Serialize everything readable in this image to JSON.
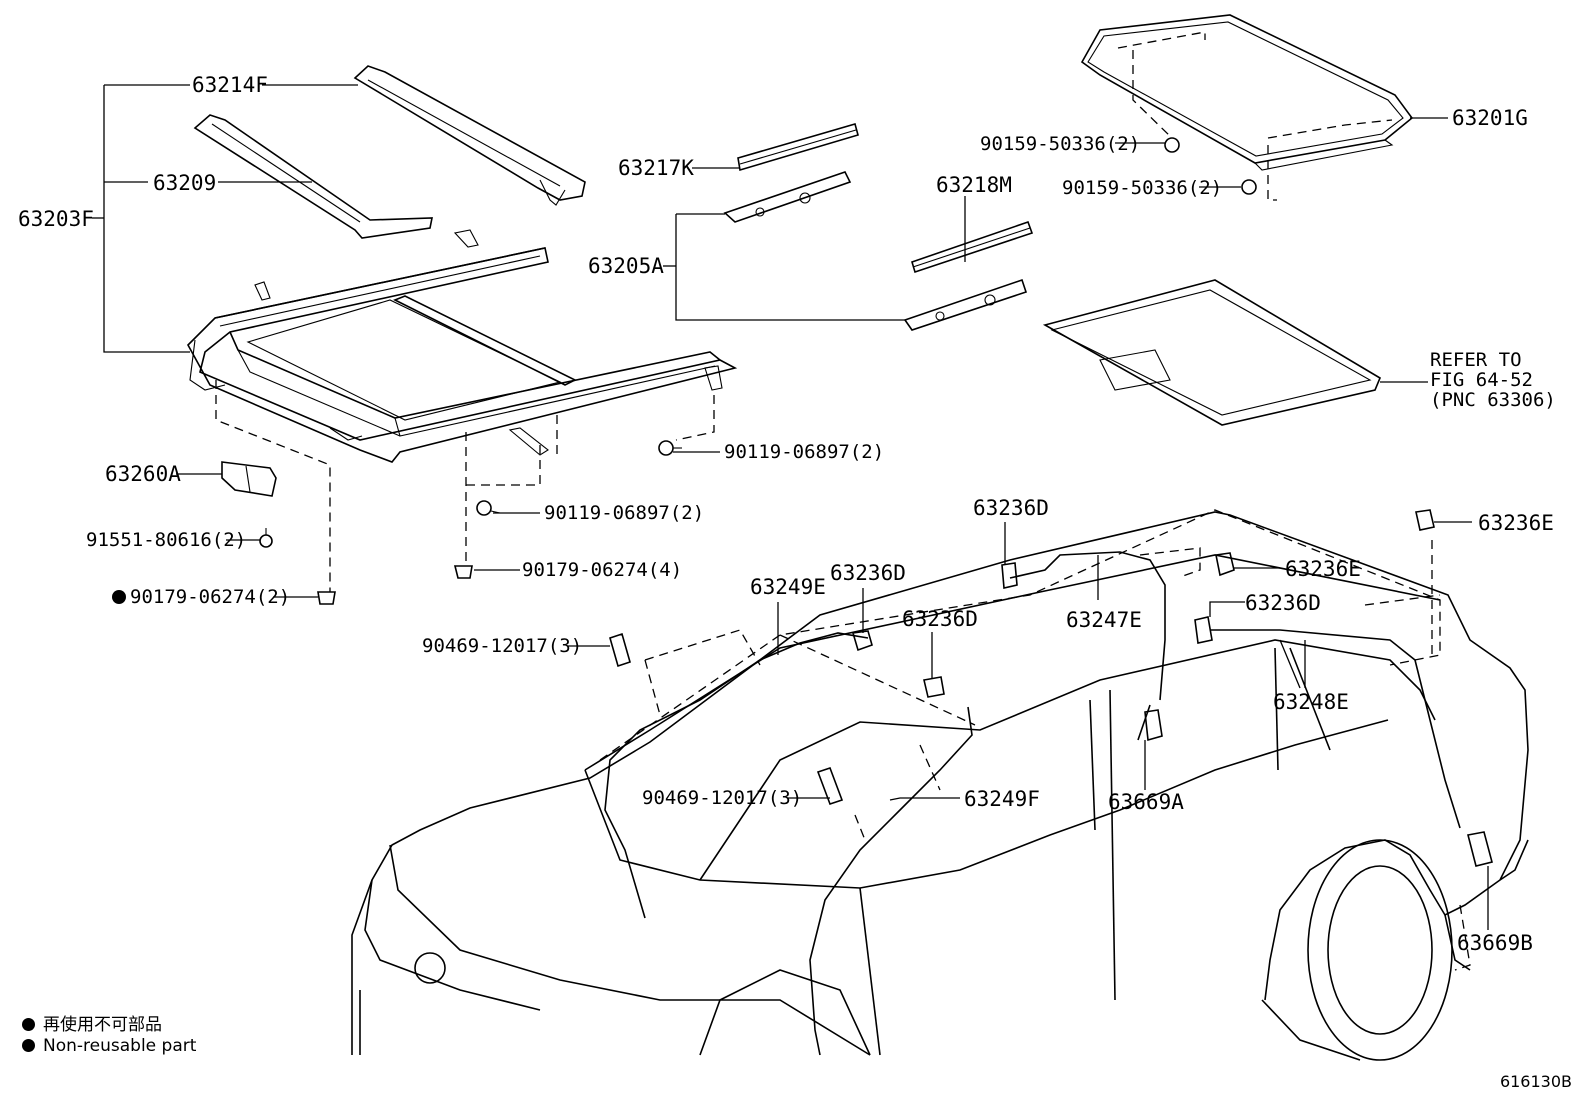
{
  "labels": {
    "p63214F": "63214F",
    "p63209": "63209",
    "p63203F": "63203F",
    "p63217K": "63217K",
    "p63205A": "63205A",
    "p63218M": "63218M",
    "p63201G": "63201G",
    "p90159a": "90159-50336(2)",
    "p90159b": "90159-50336(2)",
    "p63260A": "63260A",
    "p91551": "91551-80616(2)",
    "p90179a": "90179-06274(2)",
    "p90119a": "90119-06897(2)",
    "p90119b": "90119-06897(2)",
    "p90179b": "90179-06274(4)",
    "refer1": "REFER TO",
    "refer2": "FIG 64-52",
    "refer3": "(PNC 63306)",
    "p63236D_a": "63236D",
    "p63236E_a": "63236E",
    "p63236E_b": "63236E",
    "p63236D_b": "63236D",
    "p63236D_c": "63236D",
    "p63236D_d": "63236D",
    "p63249E": "63249E",
    "p63247E": "63247E",
    "p63248E": "63248E",
    "p90469a": "90469-12017(3)",
    "p90469b": "90469-12017(3)",
    "p63249F": "63249F",
    "p63669A": "63669A",
    "p63669B": "63669B"
  },
  "legend": {
    "line1": "再使用不可部品",
    "line2": "Non-reusable part"
  },
  "figure_id": "616130B"
}
